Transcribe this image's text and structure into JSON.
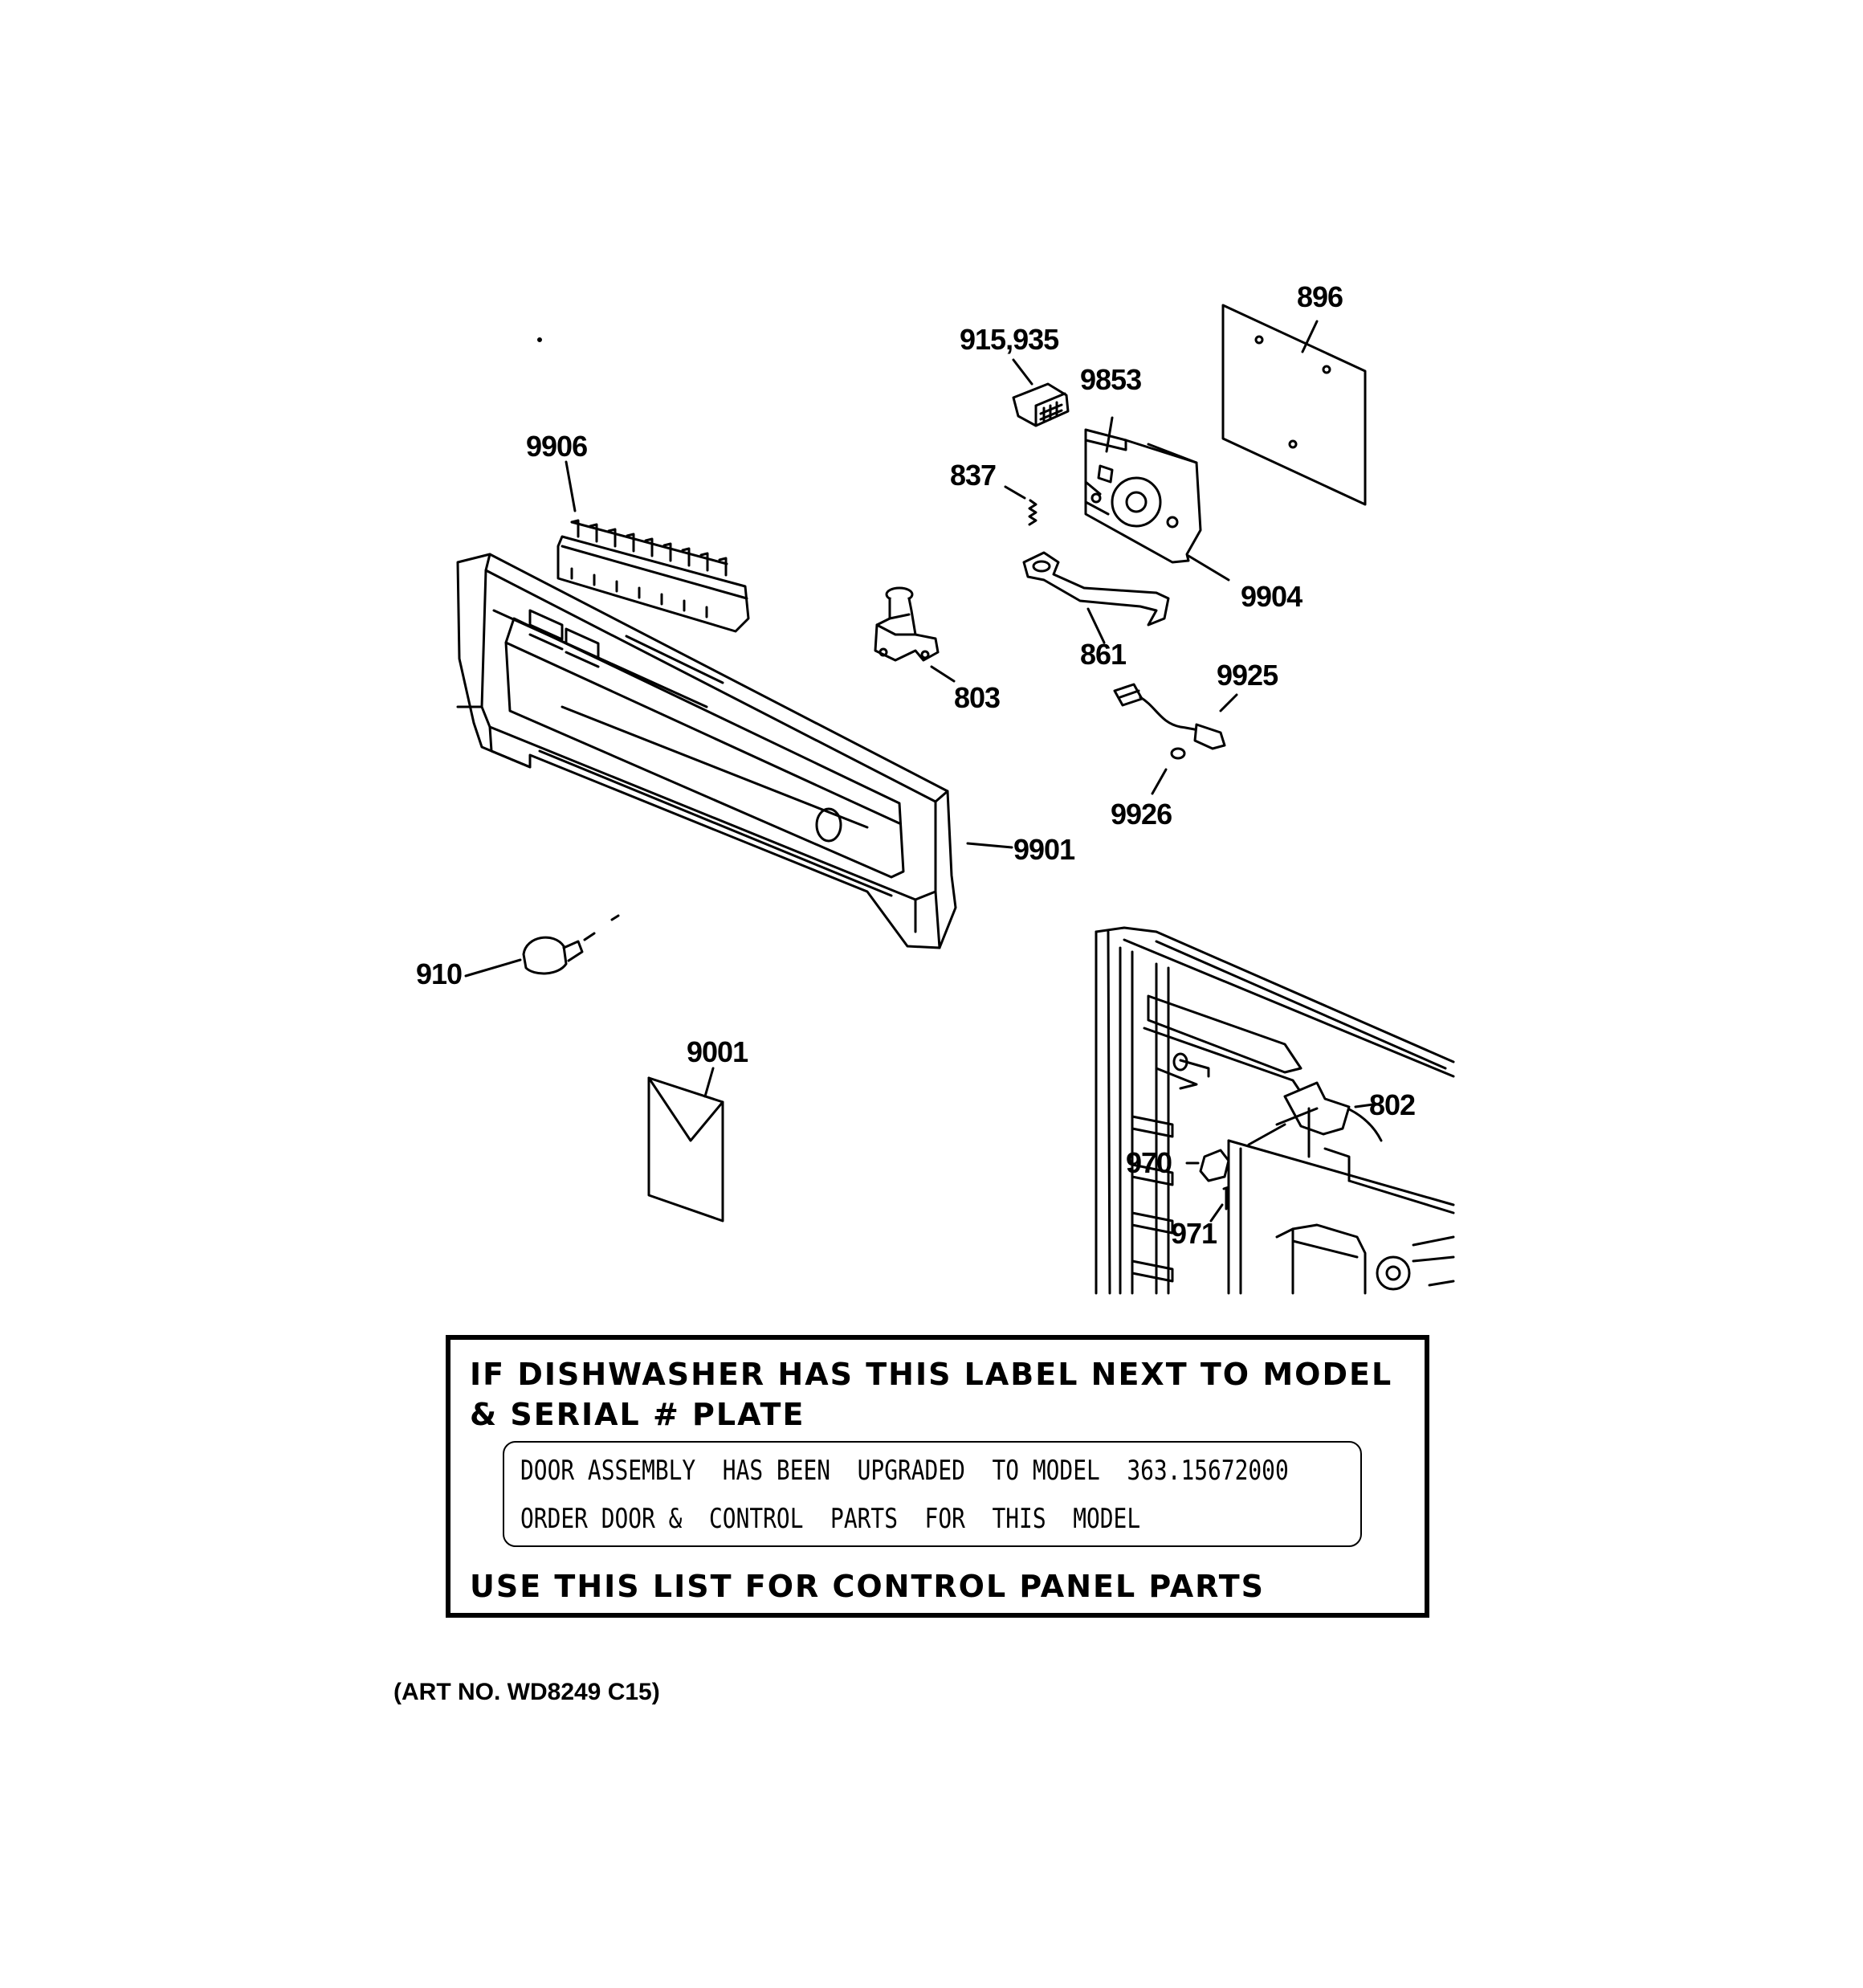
{
  "labels": {
    "p896": "896",
    "p915935": "915,935",
    "p9853": "9853",
    "p9906": "9906",
    "p837": "837",
    "p9904": "9904",
    "p861": "861",
    "p803": "803",
    "p9925": "9925",
    "p9926": "9926",
    "p9901": "9901",
    "p910": "910",
    "p9001": "9001",
    "p802": "802",
    "p970": "970",
    "p971": "971"
  },
  "notice": {
    "heading_line1": "IF DISHWASHER HAS THIS LABEL NEXT TO MODEL",
    "heading_line2": "& SERIAL # PLATE",
    "label_line1": "DOOR ASSEMBLY  HAS BEEN  UPGRADED  TO MODEL  363.15672000",
    "label_line2": "ORDER DOOR &  CONTROL  PARTS  FOR  THIS  MODEL",
    "footer": "USE THIS LIST FOR CONTROL PANEL PARTS"
  },
  "art_number": "(ART NO. WD8249 C15)"
}
